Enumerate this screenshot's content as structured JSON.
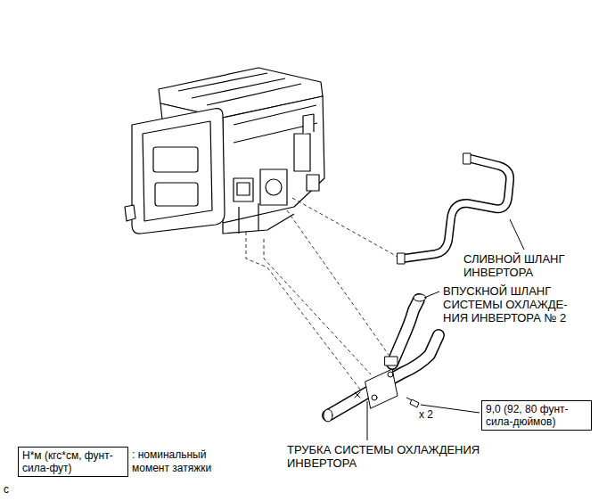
{
  "diagram": {
    "nodes": [
      {
        "text": [
          "9,0 (92, 80 фунт- сила-дюймов)"
        ]
      },
      {
        "text": [
          "Н*м (кгс*см, фунт- сила-фут)"
        ]
      }
    ],
    "labels": [
      "СЛИВНОЙ ШЛАНГ ИНВЕРТОРА",
      "ВПУСКНОЙ ШЛАНГ СИСТЕМЫ ОХЛАЖДЕ- НИЯ ИНВЕРТОРА № 2",
      "x 2",
      "ТРУБКА СИСТЕМЫ ОХЛАЖДЕНИЯ ИНВЕРТОРА",
      ": номинальный момент затяжки",
      "c"
    ]
  }
}
